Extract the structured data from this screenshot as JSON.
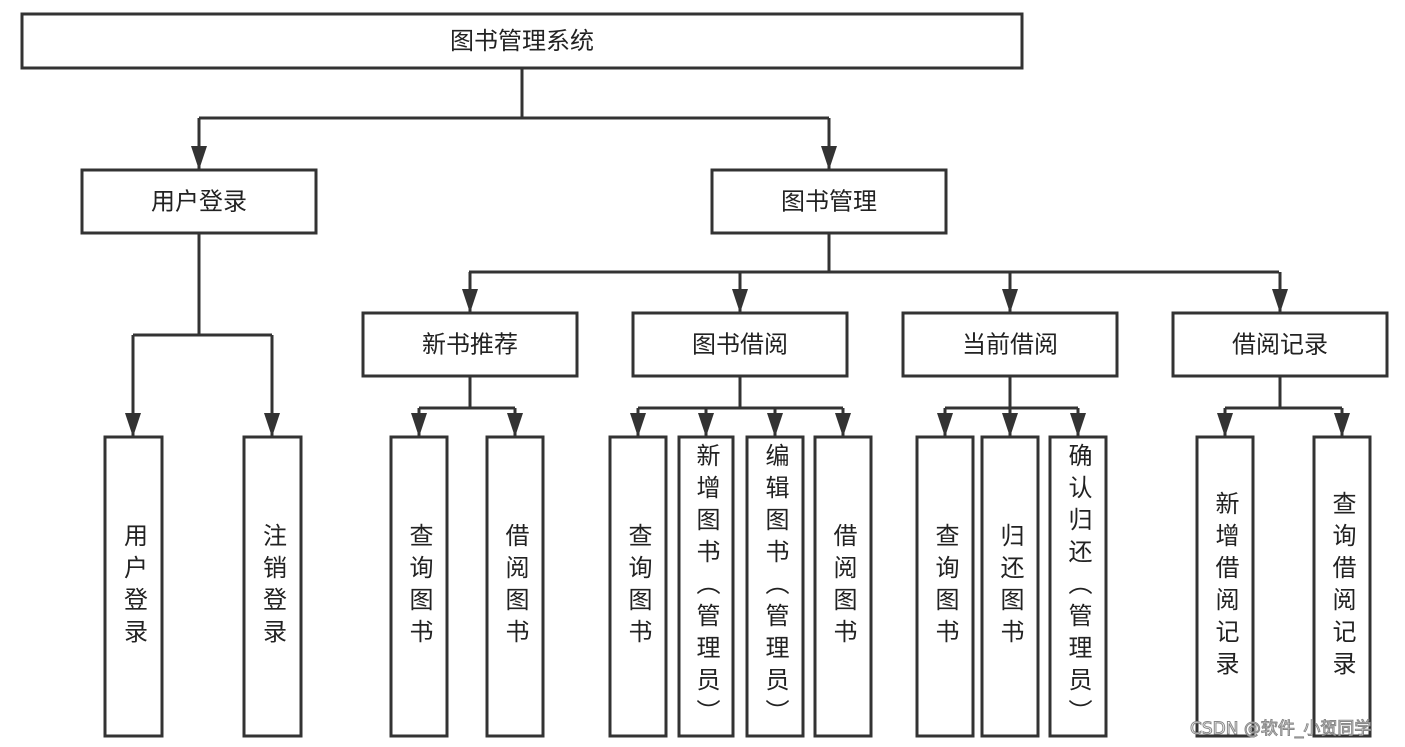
{
  "diagram": {
    "root": {
      "label": "图书管理系统"
    },
    "level1": [
      {
        "label": "用户登录",
        "children": [
          "用户登录",
          "注销登录"
        ]
      },
      {
        "label": "图书管理",
        "children": []
      }
    ],
    "level2": [
      {
        "label": "新书推荐",
        "children": [
          "查询图书",
          "借阅图书"
        ]
      },
      {
        "label": "图书借阅",
        "children": [
          "查询图书",
          "新增图书（管理员）",
          "编辑图书（管理员）",
          "借阅图书"
        ]
      },
      {
        "label": "当前借阅",
        "children": [
          "查询图书",
          "归还图书",
          "确认归还（管理员）"
        ]
      },
      {
        "label": "借阅记录",
        "children": [
          "新增借阅记录",
          "查询借阅记录"
        ]
      }
    ],
    "line_color": "#333333"
  },
  "watermark": "CSDN @软件_小贺同学"
}
